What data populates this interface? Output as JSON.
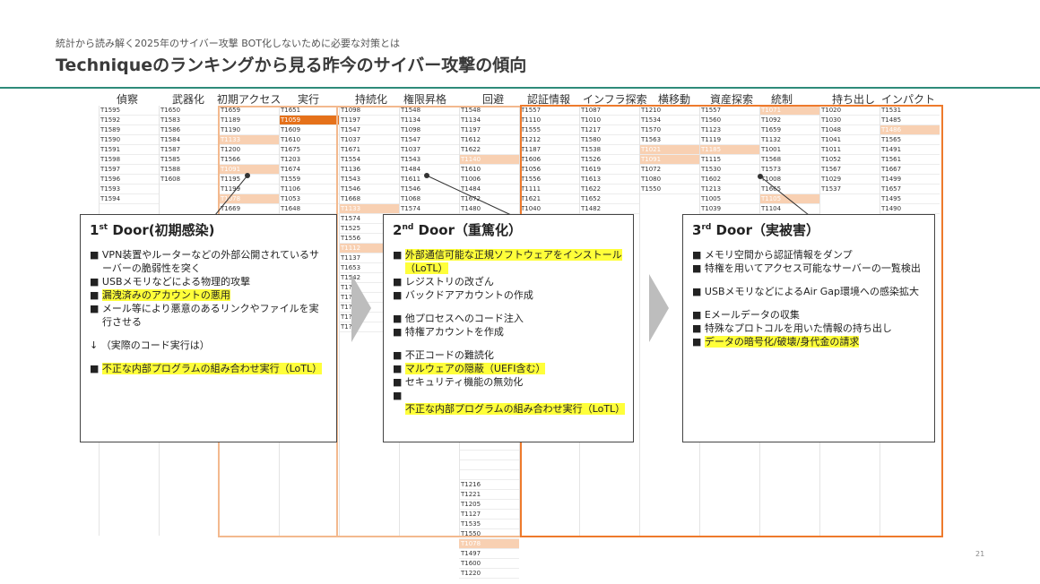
{
  "header": {
    "subtitle": "統計から読み解く2025年のサイバー攻撃 BOT化しないために必要な対策とは",
    "title": "Techniqueのランキングから見る昨今のサイバー攻撃の傾向"
  },
  "page_number": "21",
  "tactics": [
    "偵察",
    "武器化",
    "初期アクセス",
    "実行",
    "持続化",
    "権限昇格",
    "回避",
    "認証情報",
    "インフラ探索",
    "横移動",
    "資産探索",
    "統制",
    "持ち出し",
    "インパクト"
  ],
  "columns": [
    [
      "T1595",
      "T1592",
      "T1589",
      "T1590",
      "T1591",
      "T1598",
      "T1597",
      "T1596",
      "T1593",
      "T1594"
    ],
    [
      "T1650",
      "T1583",
      "T1586",
      "T1584",
      "T1587",
      "T1585",
      "T1588",
      "T1608"
    ],
    [
      "T1659",
      "T1189",
      "T1190",
      "T1133",
      "T1200",
      "T1566",
      "T1091",
      "T1195",
      "T1199",
      "T1078",
      "T1669"
    ],
    [
      "T1651",
      "T1059",
      "T1609",
      "T1610",
      "T1675",
      "T1203",
      "T1674",
      "T1559",
      "T1106",
      "T1053",
      "T1648"
    ],
    [
      "T1098",
      "T1197",
      "T1547",
      "T1037",
      "T1671",
      "T1554",
      "T1136",
      "T1543",
      "T1546",
      "T1668",
      "T1133",
      "T1574",
      "T1525",
      "T1556",
      "T1112",
      "T1137",
      "T1653",
      "T1542",
      "T1?",
      "T1?",
      "T1?",
      "T1?",
      "T1?"
    ],
    [
      "T1548",
      "T1134",
      "T1098",
      "T1547",
      "T1037",
      "T1543",
      "T1484",
      "T1611",
      "T1546",
      "T1068",
      "T1574"
    ],
    [
      "T1548",
      "T1134",
      "T1197",
      "T1612",
      "T1622",
      "T1140",
      "T1610",
      "T1006",
      "T1484",
      "T1672",
      "T1480",
      "",
      "",
      "",
      "",
      "",
      "",
      "",
      "",
      "",
      "",
      "",
      "",
      "",
      "",
      "",
      "",
      "",
      "",
      "",
      "",
      "",
      "",
      "",
      "",
      "",
      "",
      "",
      "T1216",
      "T1221",
      "T1205",
      "T1127",
      "T1535",
      "T1550",
      "T1078",
      "T1497",
      "T1600",
      "T1220"
    ],
    [
      "T1557",
      "T1110",
      "T1555",
      "T1212",
      "T1187",
      "T1606",
      "T1056",
      "T1556",
      "T1111",
      "T1621",
      "T1040"
    ],
    [
      "T1087",
      "T1010",
      "T1217",
      "T1580",
      "T1538",
      "T1526",
      "T1619",
      "T1613",
      "T1622",
      "T1652",
      "T1482"
    ],
    [
      "T1210",
      "T1534",
      "T1570",
      "T1563",
      "T1021",
      "T1091",
      "T1072",
      "T1080",
      "T1550"
    ],
    [
      "T1557",
      "T1560",
      "T1123",
      "T1119",
      "T1185",
      "T1115",
      "T1530",
      "T1602",
      "T1213",
      "T1005",
      "T1039"
    ],
    [
      "T1071",
      "T1092",
      "T1659",
      "T1132",
      "T1001",
      "T1568",
      "T1573",
      "T1008",
      "T1665",
      "T1105",
      "T1104"
    ],
    [
      "T1020",
      "T1030",
      "T1048",
      "T1041",
      "T1011",
      "T1052",
      "T1567",
      "T1029",
      "T1537"
    ],
    [
      "T1531",
      "T1485",
      "T1486",
      "T1565",
      "T1491",
      "T1561",
      "T1667",
      "T1499",
      "T1657",
      "T1495",
      "T1490"
    ]
  ],
  "doors": [
    {
      "num": "1",
      "sup": "st",
      "title": " Door(初期感染)",
      "items": [
        {
          "bullet": "■",
          "text": "VPN装置やルーターなどの外部公開されているサーバーの脆弱性を突く",
          "hl": false
        },
        {
          "bullet": "■",
          "text": "USBメモリなどによる物理的攻撃",
          "hl": false
        },
        {
          "bullet": "■",
          "text": "漏洩済みのアカウントの悪用",
          "hl": true
        },
        {
          "bullet": "■",
          "text": "メール等により悪意のあるリンクやファイルを実行させる",
          "hl": false
        },
        {
          "gap": true
        },
        {
          "bullet": "↓",
          "text": "（実際のコード実行は）",
          "hl": false
        },
        {
          "gap": true
        },
        {
          "bullet": "■",
          "text": "不正な内部プログラムの組み合わせ実行（LoTL）",
          "hl": true
        }
      ]
    },
    {
      "num": "2",
      "sup": "nd",
      "title": " Door（重篤化）",
      "items": [
        {
          "bullet": "■",
          "text": "外部通信可能な正規ソフトウェアをインストール（LoTL）",
          "hl": true
        },
        {
          "bullet": "■",
          "text": "レジストリの改ざん",
          "hl": false
        },
        {
          "bullet": "■",
          "text": "バックドアアカウントの作成",
          "hl": false
        },
        {
          "gap": true
        },
        {
          "bullet": "■",
          "text": "他プロセスへのコード注入",
          "hl": false
        },
        {
          "bullet": "■",
          "text": "特権アカウントを作成",
          "hl": false
        },
        {
          "gap": true
        },
        {
          "bullet": "■",
          "text": "不正コードの難読化",
          "hl": false
        },
        {
          "bullet": "■",
          "text": "マルウェアの隠蔽（UEFI含む）",
          "hl": true
        },
        {
          "bullet": "■",
          "text": "セキュリティ機能の無効化",
          "hl": false
        },
        {
          "bullet": "■",
          "text": "不正な内部プログラムの組み合わせ実行（LoTL）",
          "hl": true
        }
      ]
    },
    {
      "num": "3",
      "sup": "rd",
      "title": "  Door（実被害）",
      "items": [
        {
          "bullet": "■",
          "text": "メモリ空間から認証情報をダンプ",
          "hl": false
        },
        {
          "bullet": "■",
          "text": "特権を用いてアクセス可能なサーバーの一覧検出",
          "hl": false
        },
        {
          "gap": true
        },
        {
          "bullet": "■",
          "text": "USBメモリなどによるAir Gap環境への感染拡大",
          "hl": false
        },
        {
          "gap": true
        },
        {
          "bullet": "■",
          "text": "Eメールデータの収集",
          "hl": false
        },
        {
          "bullet": "■",
          "text": "特殊なプロトコルを用いた情報の持ち出し",
          "hl": false
        },
        {
          "bullet": "■",
          "text": "データの暗号化/破壊/身代金の請求",
          "hl": true
        }
      ]
    }
  ]
}
